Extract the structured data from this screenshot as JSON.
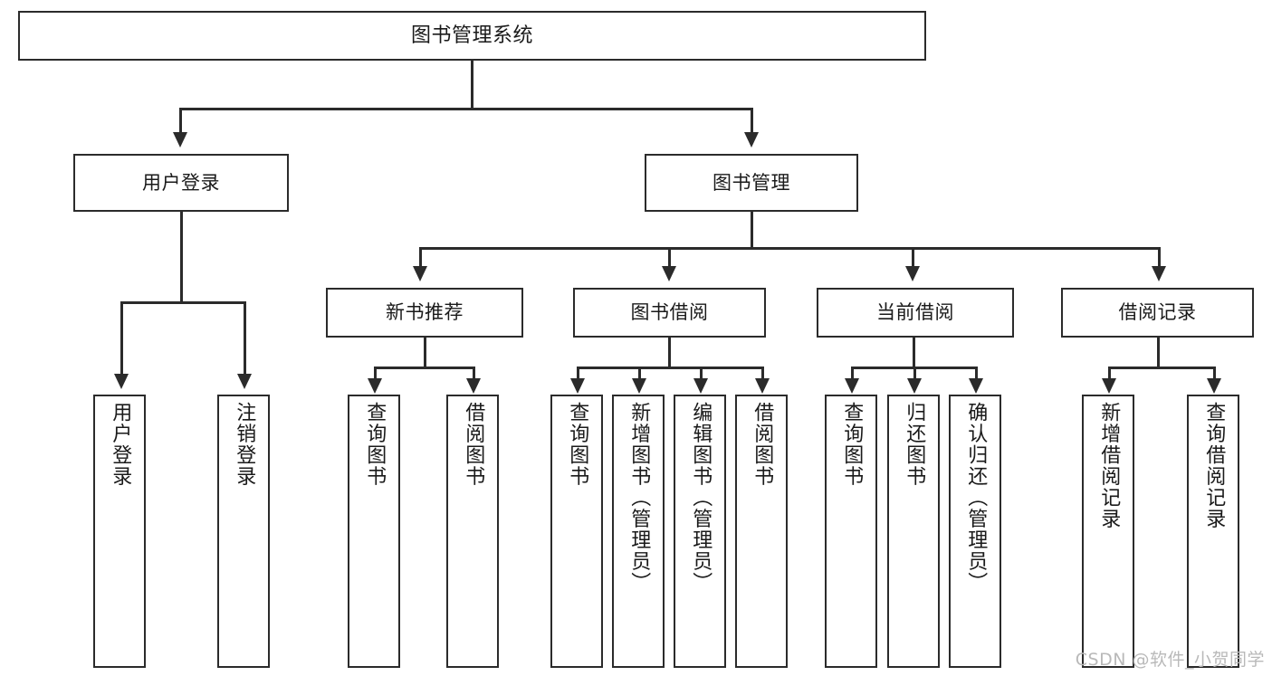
{
  "diagram": {
    "title": "图书管理系统",
    "type": "functional-structure-tree",
    "root": {
      "label": "图书管理系统"
    },
    "level2": [
      {
        "label": "用户登录"
      },
      {
        "label": "图书管理"
      }
    ],
    "level3": [
      {
        "label": "新书推荐"
      },
      {
        "label": "图书借阅"
      },
      {
        "label": "当前借阅"
      },
      {
        "label": "借阅记录"
      }
    ],
    "leaves": {
      "user_login": [
        {
          "label": "用户登录"
        },
        {
          "label": "注销登录"
        }
      ],
      "new_book_recommend": [
        {
          "label": "查询图书"
        },
        {
          "label": "借阅图书"
        }
      ],
      "book_borrow": [
        {
          "label": "查询图书"
        },
        {
          "label": "新增图书（管理员）"
        },
        {
          "label": "编辑图书（管理员）"
        },
        {
          "label": "借阅图书"
        }
      ],
      "current_borrow": [
        {
          "label": "查询图书"
        },
        {
          "label": "归还图书"
        },
        {
          "label": "确认归还（管理员）"
        }
      ],
      "borrow_record": [
        {
          "label": "新增借阅记录"
        },
        {
          "label": "查询借阅记录"
        }
      ]
    }
  },
  "watermark": {
    "text": "CSDN @软件_小贺同学"
  },
  "colors": {
    "stroke": "#2b2b2b",
    "background": "#ffffff",
    "text": "#1a1a1a",
    "watermark": "#b9b9b9"
  }
}
